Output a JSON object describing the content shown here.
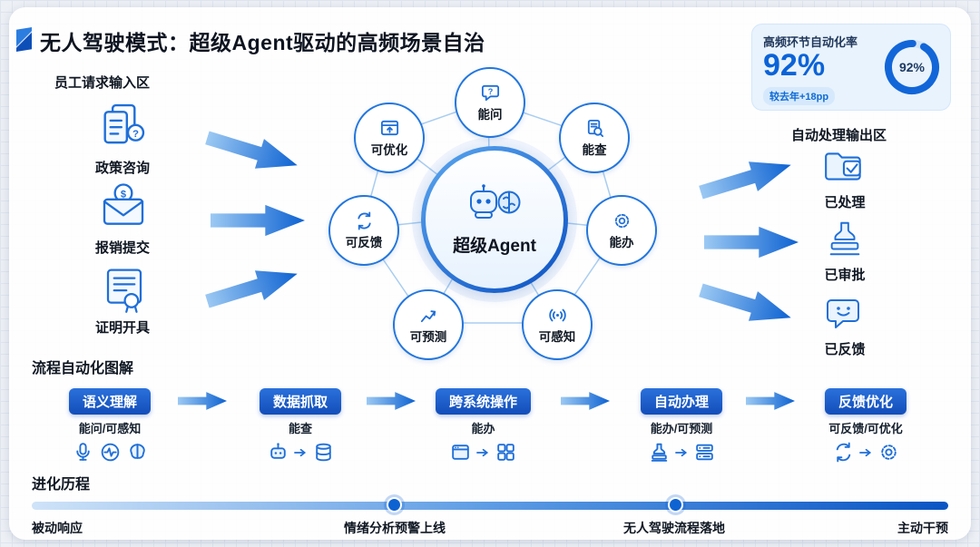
{
  "title": "无人驾驶模式：超级Agent驱动的高频场景自治",
  "stat_card": {
    "label": "高频环节自动化率",
    "value": "92%",
    "delta": "较去年+18pp",
    "donut_label": "92%",
    "percent": 92
  },
  "input_section": {
    "title": "员工请求输入区",
    "items": [
      {
        "label": "政策咨询"
      },
      {
        "label": "报销提交"
      },
      {
        "label": "证明开具"
      }
    ]
  },
  "output_section": {
    "title": "自动处理输出区",
    "items": [
      {
        "label": "已处理"
      },
      {
        "label": "已审批"
      },
      {
        "label": "已反馈"
      }
    ]
  },
  "agent": {
    "center_label": "超级Agent",
    "nodes": [
      {
        "label": "能问"
      },
      {
        "label": "可优化"
      },
      {
        "label": "能查"
      },
      {
        "label": "可反馈"
      },
      {
        "label": "能办"
      },
      {
        "label": "可预测"
      },
      {
        "label": "可感知"
      }
    ]
  },
  "flow_section": {
    "title": "流程自动化图解",
    "steps": [
      {
        "label": "语义理解",
        "sub": "能问/可感知"
      },
      {
        "label": "数据抓取",
        "sub": "能查"
      },
      {
        "label": "跨系统操作",
        "sub": "能办"
      },
      {
        "label": "自动办理",
        "sub": "能办/可预测"
      },
      {
        "label": "反馈优化",
        "sub": "可反馈/可优化"
      }
    ]
  },
  "timeline": {
    "title": "进化历程",
    "milestones": [
      {
        "label": "被动响应"
      },
      {
        "label": "情绪分析预警上线"
      },
      {
        "label": "无人驾驶流程落地"
      },
      {
        "label": "主动干预"
      }
    ]
  },
  "colors": {
    "accent": "#1266d8",
    "arrow_gradient_start": "#9cc9f3",
    "arrow_gradient_end": "#0d62d2",
    "pill_blue": "#1a55c6",
    "timeline_start": "#cfe3f8",
    "timeline_end": "#0a55c4",
    "stat_card_bg": "#e9f3fd"
  }
}
